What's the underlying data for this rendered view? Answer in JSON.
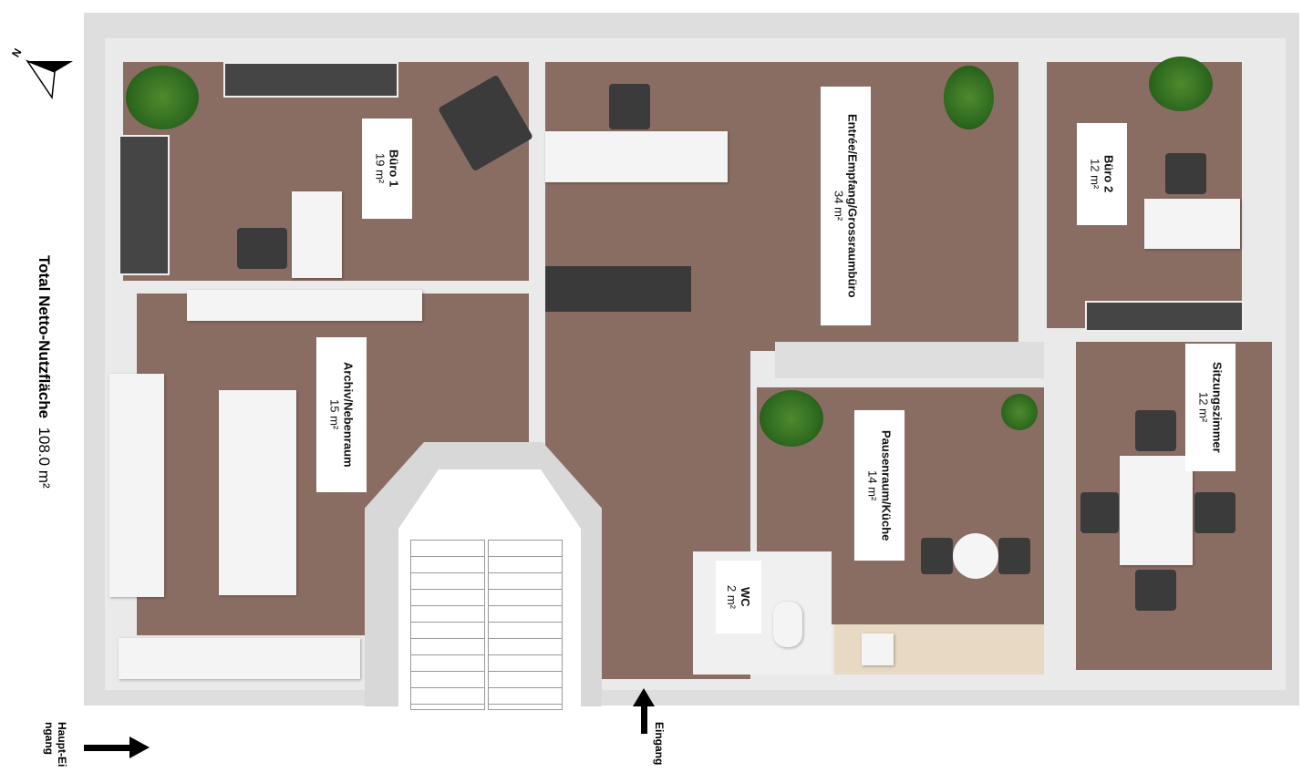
{
  "compass": {
    "north_label": "N"
  },
  "total": {
    "label": "Total Netto-Nutzfläche",
    "value": "108.0 m²"
  },
  "rooms": [
    {
      "name": "Büro 1",
      "area": "19 m²"
    },
    {
      "name": "Archiv/Nebenraum",
      "area": "15 m²"
    },
    {
      "name": "Entrée/Empfang/Grossraumbüro",
      "area": "34 m²"
    },
    {
      "name": "Büro 2",
      "area": "12 m²"
    },
    {
      "name": "Sitzungszimmer",
      "area": "12 m²"
    },
    {
      "name": "Pausenraum/Küche",
      "area": "14 m²"
    },
    {
      "name": "WC",
      "area": "2 m²"
    }
  ],
  "entrances": {
    "main": "Haupt-Eingang",
    "side": "Eingang"
  },
  "colors": {
    "floor": "#8a6d62",
    "wall": "#dedede"
  }
}
